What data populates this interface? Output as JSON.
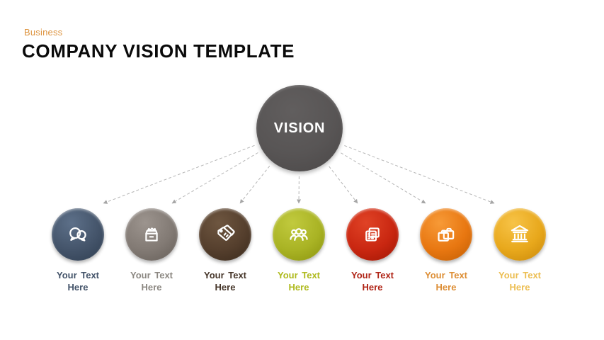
{
  "page": {
    "eyebrow": "Business",
    "eyebrow_color": "#DD9440",
    "title": "COMPANY VISION TEMPLATE",
    "title_color": "#0a0a0a",
    "background_color": "#ffffff"
  },
  "vision": {
    "label": "VISION",
    "color": "#585555",
    "color_light": "#615e5e",
    "color_dark": "#4a4747",
    "text_color": "#ffffff"
  },
  "connector": {
    "color": "#b5b5b5",
    "arrow_color": "#a6a6a6",
    "style": "dashed-arrow"
  },
  "items": [
    {
      "icon": "chat-icon",
      "label": "Your Text Here",
      "circle_color": "#44546A",
      "circle_light": "#5d7089",
      "circle_dark": "#2e3d50",
      "label_color": "#44546A"
    },
    {
      "icon": "archive-box-icon",
      "label": "Your Text Here",
      "circle_color": "#827A74",
      "circle_light": "#9c948e",
      "circle_dark": "#645d57",
      "label_color": "#8C8882"
    },
    {
      "icon": "price-tags-icon",
      "label": "Your Text Here",
      "circle_color": "#553F2D",
      "circle_light": "#6e5640",
      "circle_dark": "#39291b",
      "label_color": "#46362A"
    },
    {
      "icon": "people-icon",
      "label": "Your Text Here",
      "circle_color": "#A9B324",
      "circle_light": "#c1ca3e",
      "circle_dark": "#89920d",
      "label_color": "#AFBA1E"
    },
    {
      "icon": "cards-icon",
      "label": "Your Text Here",
      "circle_color": "#C92711",
      "circle_light": "#e04326",
      "circle_dark": "#9d1503",
      "label_color": "#B02517"
    },
    {
      "icon": "briefcases-icon",
      "label": "Your Text Here",
      "circle_color": "#E87711",
      "circle_light": "#f79a37",
      "circle_dark": "#bf5c02",
      "label_color": "#DD8E35"
    },
    {
      "icon": "bank-icon",
      "label": "Your Text Here",
      "circle_color": "#E8A81C",
      "circle_light": "#f7c347",
      "circle_dark": "#c78608",
      "label_color": "#ECBE53"
    }
  ]
}
